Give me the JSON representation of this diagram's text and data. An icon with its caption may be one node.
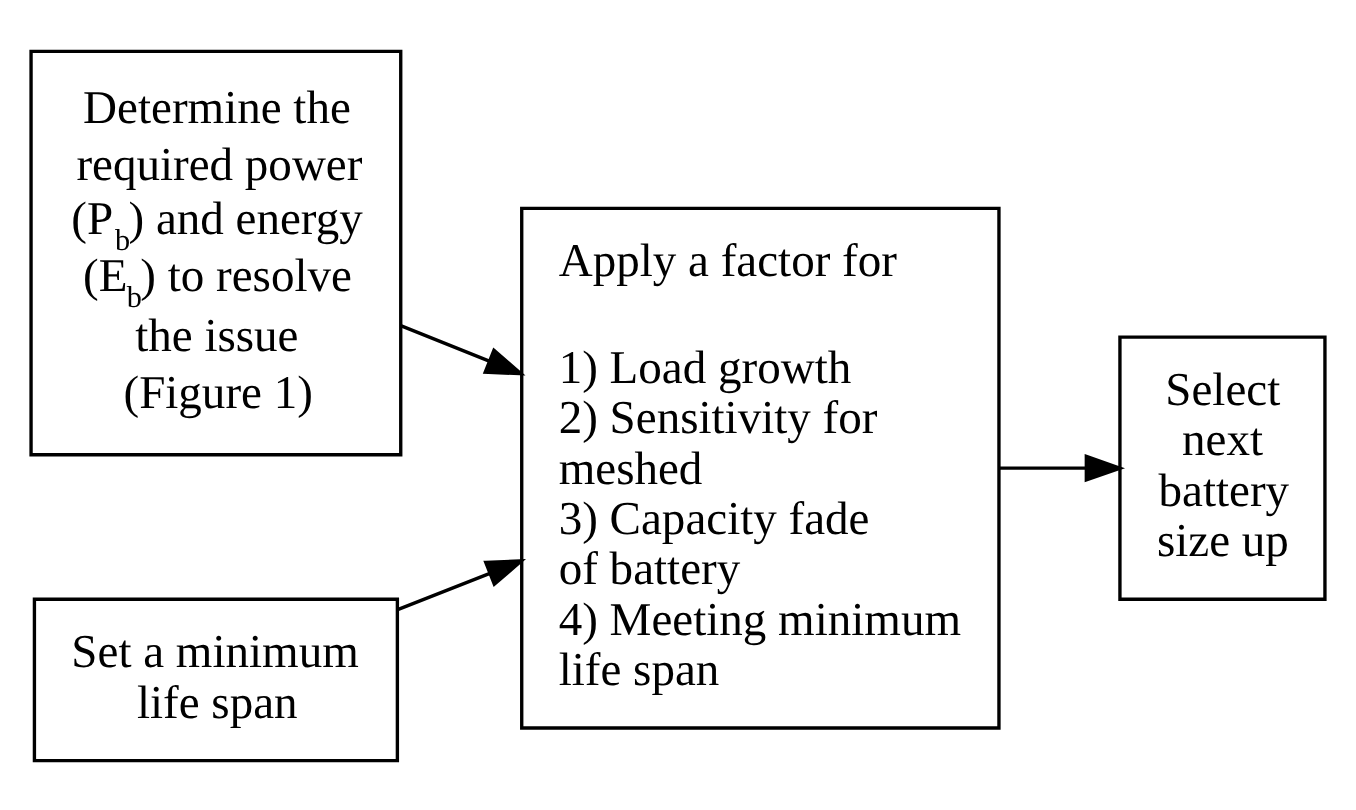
{
  "diagram": {
    "nodes": [
      {
        "text": [
          "Determine the required power (P$_{b}$) and energy (E$_{b}$) to resolve the issue (Figure 1)"
        ]
      },
      {
        "text": [
          "Set a minimum life span"
        ]
      },
      {
        "text": [
          "Apply a factor for",
          "1) Load growth",
          "2) Sensitivity for meshed",
          "3) Capacity fade of battery",
          "4) Meeting minimum life span"
        ]
      },
      {
        "text": [
          "Select next battery size up"
        ]
      }
    ],
    "edges": [
      {
        "from": 0,
        "to": 2,
        "arrow": "to"
      },
      {
        "from": 1,
        "to": 2,
        "arrow": "to"
      },
      {
        "from": 2,
        "to": 3,
        "arrow": "to"
      }
    ]
  }
}
